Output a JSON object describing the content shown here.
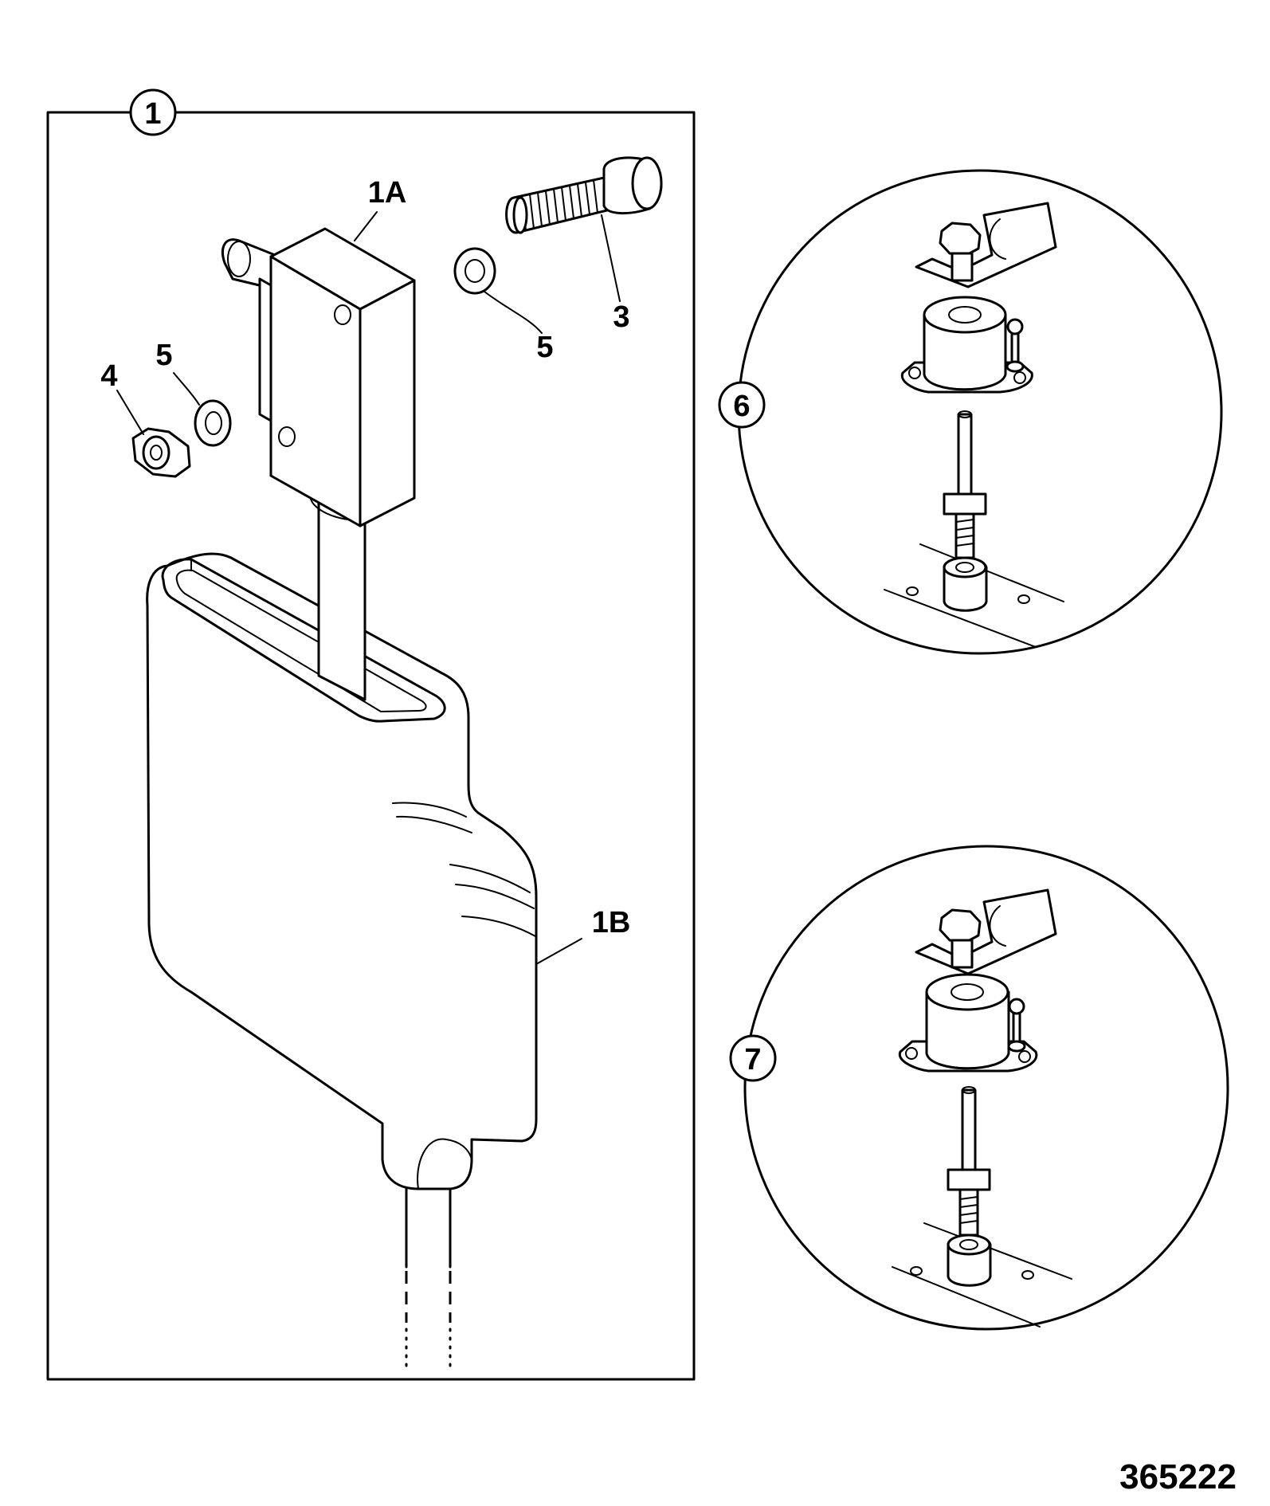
{
  "diagram": {
    "balloons": {
      "assembly": "1",
      "detail_a": "6",
      "detail_b": "7"
    },
    "callouts": {
      "switch_body": "1A",
      "cover": "1B",
      "bolt": "3",
      "nut": "4",
      "washer_left": "5",
      "washer_right": "5"
    },
    "document_number": "365222"
  }
}
